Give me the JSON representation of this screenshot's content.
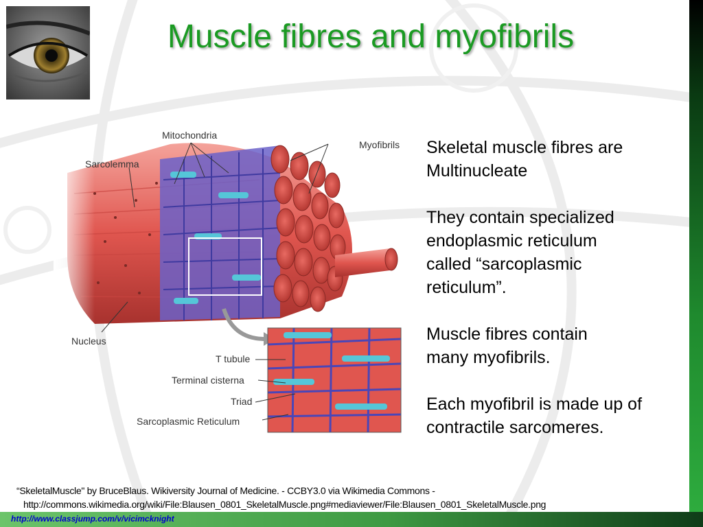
{
  "slide": {
    "title": "Muscle fibres and myofibrils",
    "paragraphs": [
      [
        "Skeletal muscle fibres are",
        "Multinucleate"
      ],
      [
        "They contain specialized",
        "endoplasmic reticulum",
        "called  “sarcoplasmic",
        "reticulum”."
      ],
      [
        "Muscle fibres contain",
        "many  myofibrils."
      ],
      [
        "Each myofibril is made up of",
        "contractile sarcomeres."
      ]
    ],
    "credit_line1": "“SkeletalMuscle\" by BruceBlaus. Wikiversity Journal of Medicine. - CCBY3.0 via Wikimedia Commons -",
    "credit_line2": "http://commons.wikimedia.org/wiki/File:Blausen_0801_SkeletalMuscle.png#mediaviewer/File:Blausen_0801_SkeletalMuscle.png",
    "footer_link": "http://www.classjump.com/v/vicimcknight"
  },
  "diagram": {
    "labels": {
      "mitochondria": "Mitochondria",
      "myofibrils": "Myofibrils",
      "sarcolemma": "Sarcolemma",
      "nucleus": "Nucleus",
      "t_tubule": "T tubule",
      "terminal_cisterna": "Terminal cisterna",
      "triad": "Triad",
      "sarcoplasmic_reticulum": "Sarcoplasmic Reticulum"
    }
  },
  "colors": {
    "title": "#1a9a22",
    "link": "#0000cc",
    "muscle": "#e0564f",
    "reticulum": "#5a57c8",
    "mitochondria": "#55c6d8"
  }
}
